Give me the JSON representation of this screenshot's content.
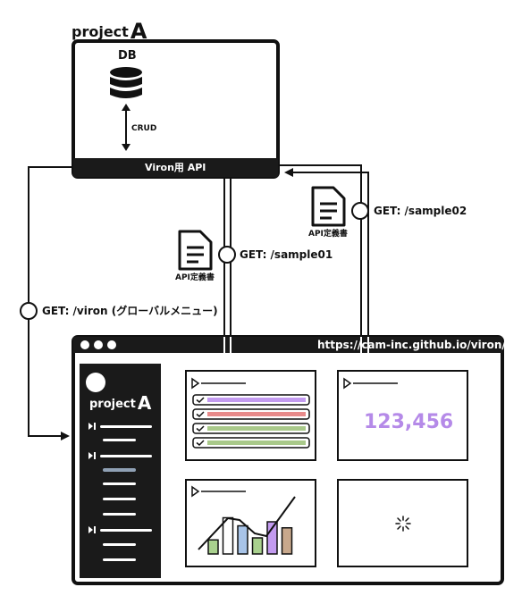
{
  "project": {
    "name": "project",
    "letter": "A"
  },
  "server": {
    "db_label": "DB",
    "crud_label": "CRUD",
    "api_bar_label": "Viron用 API"
  },
  "edges": {
    "get_viron": "GET: /viron (グローバルメニュー)",
    "get_sample01": "GET: /sample01",
    "get_sample02": "GET: /sample02",
    "doc_label": "API定義書"
  },
  "browser": {
    "url": "https://cam-inc.github.io/viron/",
    "sidebar_project": "project",
    "sidebar_letter": "A"
  },
  "widgets": {
    "number_value": "123,456",
    "number_color": "#b58ae8",
    "list_bar_colors": [
      "#c39bf0",
      "#e88a8a",
      "#a9c98a",
      "#a9c98a"
    ],
    "bar_colors": [
      "#a9d18e",
      "#ffffff",
      "#a8c4e8",
      "#a9d18e",
      "#c39bf0",
      "#c8a88c"
    ],
    "bar_values": [
      0.35,
      0.9,
      0.7,
      0.4,
      0.8,
      0.65
    ]
  }
}
